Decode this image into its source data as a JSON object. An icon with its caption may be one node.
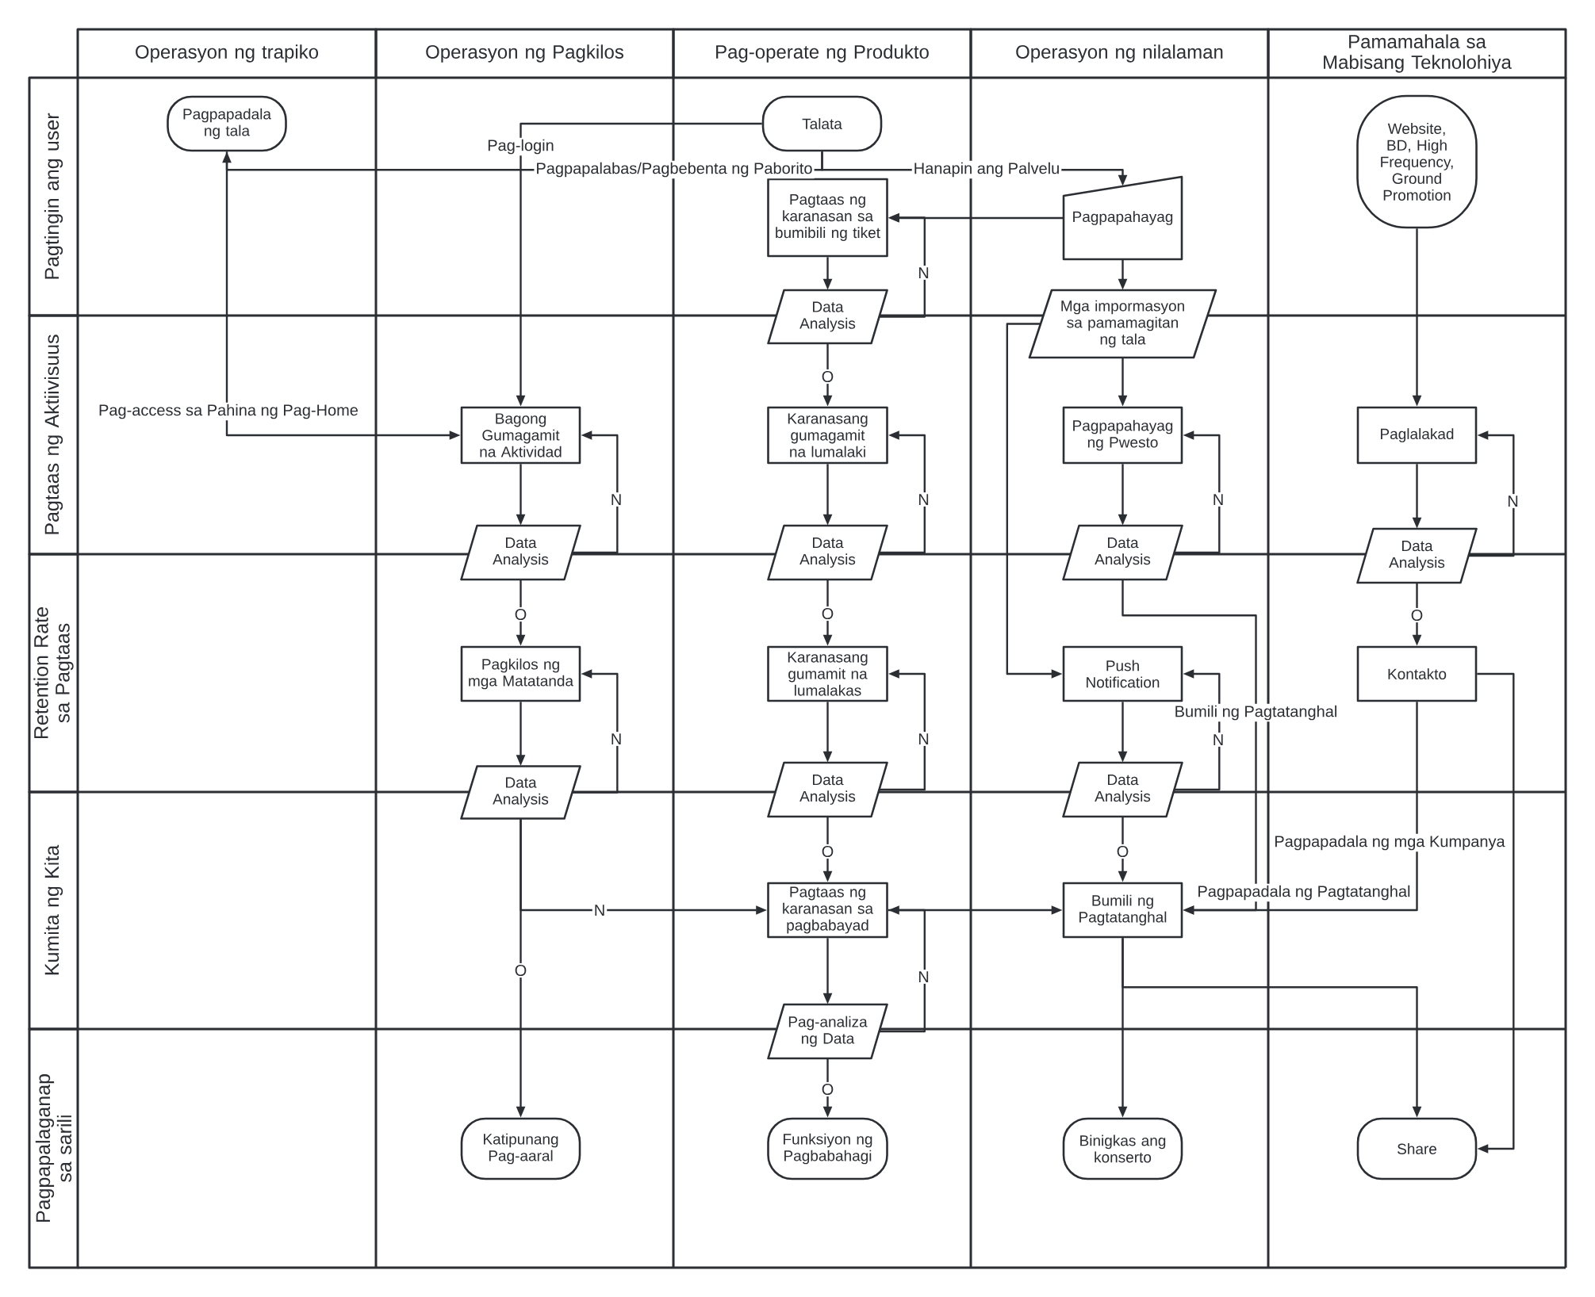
{
  "diagram": {
    "nodes": [
      {
        "text": [
          "Operasyon ng trapiko"
        ]
      },
      {
        "text": [
          "Operasyon ng Pagkilos"
        ]
      },
      {
        "text": [
          "Pag-operate ng Produkto"
        ]
      },
      {
        "text": [
          "Operasyon ng nilalaman"
        ]
      },
      {
        "text": [
          "Pamamahala sa Mabisang Teknolohiya"
        ]
      },
      {
        "text": [
          "Pagtingin ang user"
        ]
      },
      {
        "text": [
          "Pagtaas ng Aktiivisuus"
        ]
      },
      {
        "text": [
          "Retention Rate sa Pagtaas"
        ]
      },
      {
        "text": [
          "Kumita ng Kita"
        ]
      },
      {
        "text": [
          "Pagpapalaganap sa sarili"
        ]
      },
      {
        "text": [
          "Pagpapadala ng tala"
        ]
      },
      {
        "text": [
          "Talata"
        ]
      },
      {
        "text": [
          "Website, BD, High Frequency, Ground Promotion"
        ]
      },
      {
        "text": [
          "Pagtaas ng karanasan sa bumibili ng tiket"
        ]
      },
      {
        "text": [
          "Pagpapahayag"
        ]
      },
      {
        "text": [
          "Data Analysis"
        ]
      },
      {
        "text": [
          "Mga impormasyon sa pamamagitan ng tala"
        ]
      },
      {
        "text": [
          "Bagong Gumagamit na Aktividad"
        ]
      },
      {
        "text": [
          "Karanasang gumagamit na lumalaki"
        ]
      },
      {
        "text": [
          "Pagpapahayag ng Pwesto"
        ]
      },
      {
        "text": [
          "Paglalakad"
        ]
      },
      {
        "text": [
          "Data Analysis"
        ]
      },
      {
        "text": [
          "Data Analysis"
        ]
      },
      {
        "text": [
          "Data Analysis"
        ]
      },
      {
        "text": [
          "Data Analysis"
        ]
      },
      {
        "text": [
          "Pagkilos ng mga Matatanda"
        ]
      },
      {
        "text": [
          "Karanasang gumamit na lumalakas"
        ]
      },
      {
        "text": [
          "Push Notification"
        ]
      },
      {
        "text": [
          "Kontakto"
        ]
      },
      {
        "text": [
          "Data Analysis"
        ]
      },
      {
        "text": [
          "Data Analysis"
        ]
      },
      {
        "text": [
          "Data Analysis"
        ]
      },
      {
        "text": [
          "Pagtaas ng karanasan sa pagbabayad"
        ]
      },
      {
        "text": [
          "Bumili ng Pagtatanghal"
        ]
      },
      {
        "text": [
          "Pag-analiza ng Data"
        ]
      },
      {
        "text": [
          "Katipunang Pag-aaral"
        ]
      },
      {
        "text": [
          "Funksiyon ng Pagbabahagi"
        ]
      },
      {
        "text": [
          "Binigkas ang konserto"
        ]
      },
      {
        "text": [
          "Share"
        ]
      }
    ],
    "edges": [
      {
        "from": 11,
        "to": 17,
        "arrow": "to",
        "label": "Pag-login"
      },
      {
        "from": 11,
        "to": 10,
        "arrow": "to",
        "label": "Pagpapalabas/Pagbebenta ng Paborito"
      },
      {
        "from": 11,
        "to": 14,
        "arrow": "to",
        "label": "Hanapin ang Palvelu"
      },
      {
        "from": 10,
        "to": 17,
        "arrow": "to",
        "label": "Pag-access sa Pahina ng Pag-Home"
      },
      {
        "from": 14,
        "to": 13,
        "arrow": "to"
      },
      {
        "from": 15,
        "to": 13,
        "arrow": "to",
        "label": "N"
      },
      {
        "from": 13,
        "to": 15,
        "arrow": "to"
      },
      {
        "from": 15,
        "to": 18,
        "arrow": "to",
        "label": "O"
      },
      {
        "from": 14,
        "to": 16,
        "arrow": "to"
      },
      {
        "from": 16,
        "to": 19,
        "arrow": "to"
      },
      {
        "from": 16,
        "to": 27,
        "arrow": "to"
      },
      {
        "from": 12,
        "to": 20,
        "arrow": "to"
      },
      {
        "from": 17,
        "to": 21,
        "arrow": "to"
      },
      {
        "from": 21,
        "to": 17,
        "arrow": "to",
        "label": "N"
      },
      {
        "from": 18,
        "to": 22,
        "arrow": "to"
      },
      {
        "from": 22,
        "to": 18,
        "arrow": "to",
        "label": "N"
      },
      {
        "from": 19,
        "to": 23,
        "arrow": "to"
      },
      {
        "from": 23,
        "to": 19,
        "arrow": "to",
        "label": "N"
      },
      {
        "from": 20,
        "to": 24,
        "arrow": "to"
      },
      {
        "from": 24,
        "to": 20,
        "arrow": "to",
        "label": "N"
      },
      {
        "from": 21,
        "to": 25,
        "arrow": "to",
        "label": "O"
      },
      {
        "from": 22,
        "to": 26,
        "arrow": "to",
        "label": "O"
      },
      {
        "from": 23,
        "to": 33,
        "arrow": "to",
        "label": "Bumili ng Pagtatanghal"
      },
      {
        "from": 24,
        "to": 28,
        "arrow": "to",
        "label": "O"
      },
      {
        "from": 25,
        "to": 29,
        "arrow": "to"
      },
      {
        "from": 29,
        "to": 25,
        "arrow": "to",
        "label": "N"
      },
      {
        "from": 26,
        "to": 30,
        "arrow": "to"
      },
      {
        "from": 30,
        "to": 26,
        "arrow": "to",
        "label": "N"
      },
      {
        "from": 27,
        "to": 31,
        "arrow": "to"
      },
      {
        "from": 31,
        "to": 27,
        "arrow": "to",
        "label": "N"
      },
      {
        "from": 28,
        "to": 33,
        "arrow": "to",
        "label": "Pagpapadala ng mga Kumpanya"
      },
      {
        "from": 28,
        "to": 38,
        "arrow": "to"
      },
      {
        "from": 29,
        "to": 32,
        "arrow": "to",
        "label": "N"
      },
      {
        "from": 29,
        "to": 35,
        "arrow": "to",
        "label": "O"
      },
      {
        "from": 30,
        "to": 32,
        "arrow": "to",
        "label": "O"
      },
      {
        "from": 31,
        "to": 33,
        "arrow": "to",
        "label": "O"
      },
      {
        "from": 32,
        "to": 34,
        "arrow": "to"
      },
      {
        "from": 34,
        "to": 32,
        "arrow": "to",
        "label": "N"
      },
      {
        "from": 32,
        "to": 33,
        "arrow": "to"
      },
      {
        "from": 34,
        "to": 36,
        "arrow": "to",
        "label": "O"
      },
      {
        "from": 33,
        "to": 37,
        "arrow": "to"
      },
      {
        "from": 33,
        "to": 38,
        "arrow": "to"
      }
    ],
    "labels": [
      "Pagpapadala ng Pagtatanghal"
    ]
  }
}
